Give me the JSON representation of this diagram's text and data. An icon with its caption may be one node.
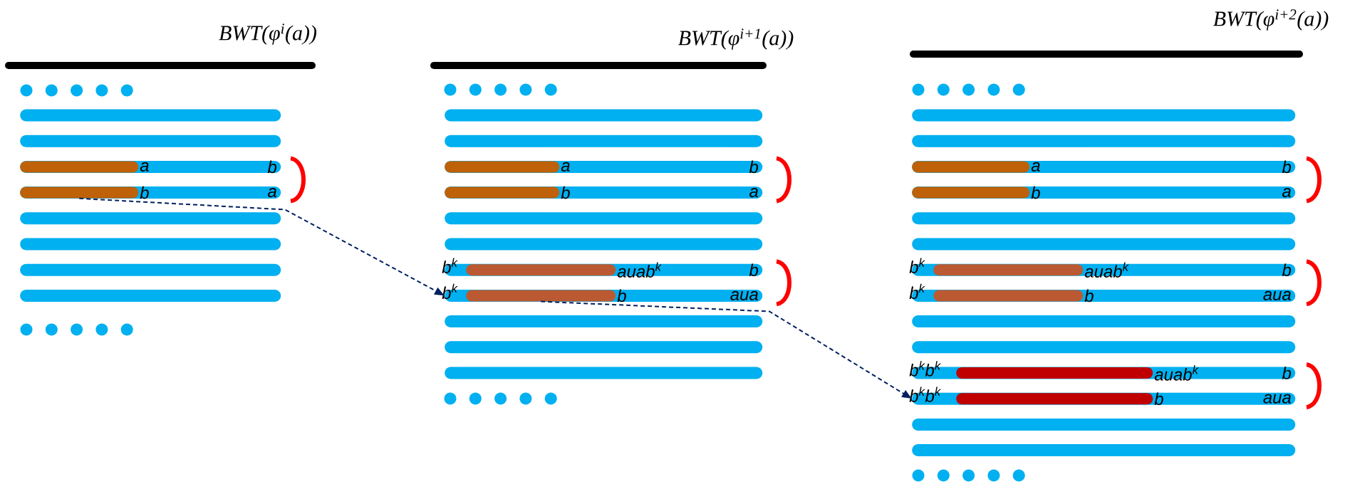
{
  "diagram": {
    "nodes": [
      {
        "text": [],
        "shape": "bar"
      },
      {
        "text": [],
        "shape": "bar"
      },
      {
        "text": [
          "a",
          "b"
        ]
      },
      {
        "text": [],
        "shape": "bar",
        "in": 2
      },
      {
        "text": [
          "b",
          "a"
        ]
      },
      {
        "text": [],
        "shape": "bar",
        "in": 4
      },
      {
        "text": [],
        "shape": "bar"
      },
      {
        "text": [],
        "shape": "bar"
      },
      {
        "text": [],
        "shape": "bar"
      },
      {
        "text": [],
        "shape": "bar"
      },
      {
        "text": [],
        "shape": "bar"
      },
      {
        "text": [],
        "shape": "bar"
      },
      {
        "text": [
          "a",
          "b"
        ]
      },
      {
        "text": [],
        "shape": "bar",
        "in": 12
      },
      {
        "text": [
          "b",
          "a"
        ]
      },
      {
        "text": [],
        "shape": "bar",
        "in": 14
      },
      {
        "text": [],
        "shape": "bar"
      },
      {
        "text": [],
        "shape": "bar"
      },
      {
        "text": [
          "b$^{k}$",
          "auab$^{k}$",
          "b"
        ]
      },
      {
        "text": [],
        "shape": "bar",
        "in": 18
      },
      {
        "text": [
          "b$^{k}$",
          "b",
          "aua"
        ]
      },
      {
        "text": [],
        "shape": "bar",
        "in": 20
      },
      {
        "text": [],
        "shape": "bar"
      },
      {
        "text": [],
        "shape": "bar"
      },
      {
        "text": [],
        "shape": "bar"
      },
      {
        "text": [],
        "shape": "bar"
      },
      {
        "text": [],
        "shape": "bar"
      },
      {
        "text": [
          "a",
          "b"
        ]
      },
      {
        "text": [],
        "shape": "bar",
        "in": 27
      },
      {
        "text": [
          "b",
          "a"
        ]
      },
      {
        "text": [],
        "shape": "bar",
        "in": 29
      },
      {
        "text": [],
        "shape": "bar"
      },
      {
        "text": [],
        "shape": "bar"
      },
      {
        "text": [
          "b$^{k}$",
          "auab$^{k}$",
          "b"
        ]
      },
      {
        "text": [],
        "shape": "bar",
        "in": 33
      },
      {
        "text": [
          "b$^{k}$",
          "b",
          "aua"
        ]
      },
      {
        "text": [],
        "shape": "bar",
        "in": 35
      },
      {
        "text": [],
        "shape": "bar"
      },
      {
        "text": [],
        "shape": "bar"
      },
      {
        "text": [
          "b$^{k}$b$^{k}$",
          "auab$^{k}$",
          "b"
        ]
      },
      {
        "text": [],
        "shape": "bar",
        "in": 39
      },
      {
        "text": [
          "b$^{k}$b$^{k}$",
          "b",
          "aua"
        ]
      },
      {
        "text": [],
        "shape": "bar",
        "in": 41
      },
      {
        "text": [],
        "shape": "bar"
      },
      {
        "text": [],
        "shape": "bar"
      }
    ],
    "edges": [
      {
        "from": 5,
        "to": 20,
        "arrow": "to",
        "style": "dashed"
      },
      {
        "from": 21,
        "to": 41,
        "arrow": "to",
        "style": "dashed"
      }
    ],
    "labels": [
      "BWT(φ$^{i}$(a))",
      "BWT(φ$^{i+1}$(a))",
      "BWT(φ$^{i+2}$(a))"
    ]
  }
}
